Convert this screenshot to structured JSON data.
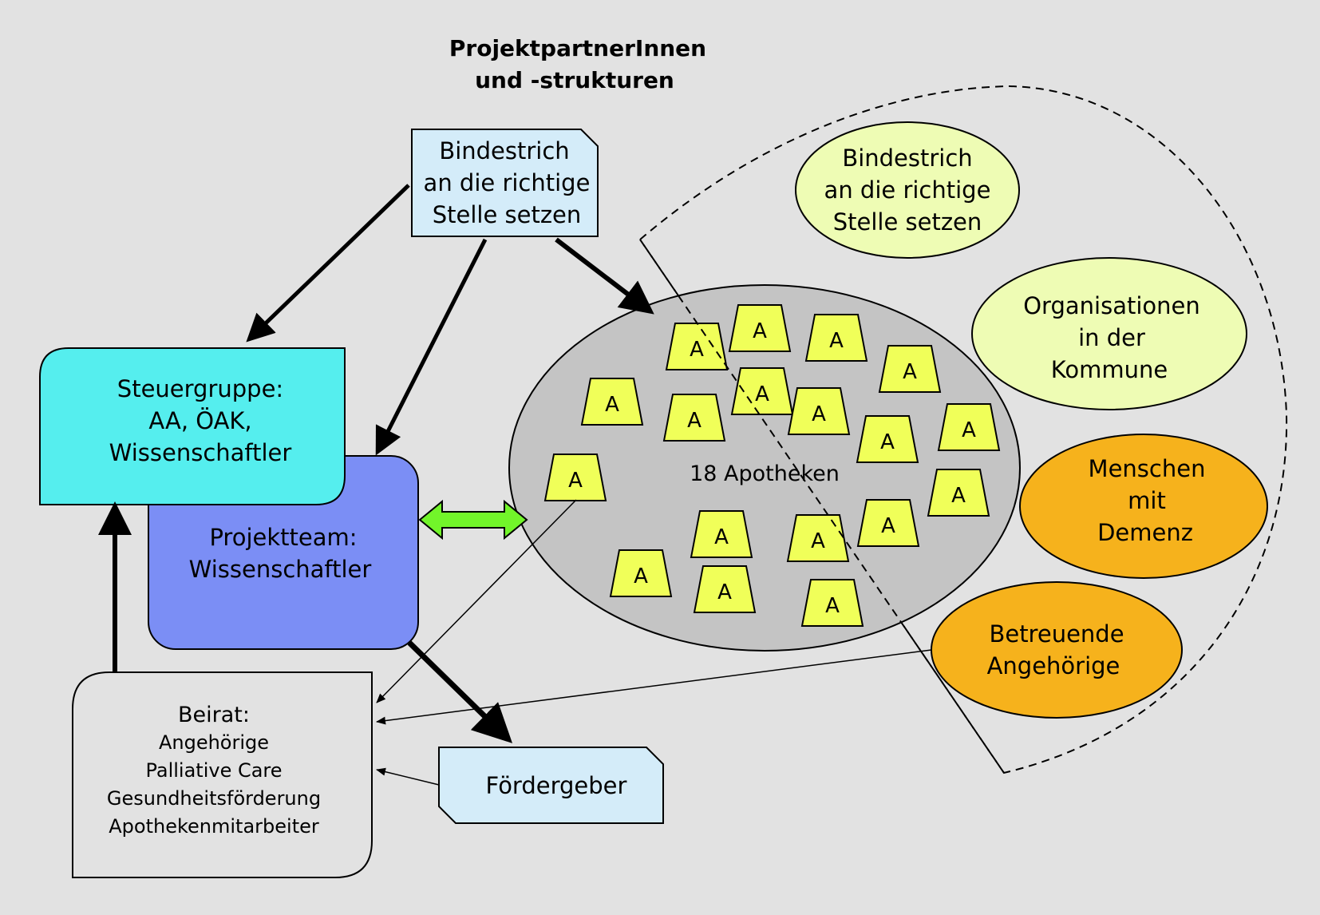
{
  "title": {
    "line1": "ProjektpartnerInnen",
    "line2": "und -strukturen"
  },
  "top_box": {
    "line1": "Bindestrich",
    "line2": "an die richtige",
    "line3": "Stelle setzen"
  },
  "steuergruppe": {
    "line1": "Steuergruppe:",
    "line2": "AA, ÖAK,",
    "line3": "Wissenschaftler"
  },
  "projektteam": {
    "line1": "Projektteam:",
    "line2": "Wissenschaftler"
  },
  "beirat": {
    "heading": "Beirat:",
    "items": [
      "Angehörige",
      "Palliative Care",
      "Gesundheitsförderung",
      "Apothekenmitarbeiter"
    ]
  },
  "foerdergeber": {
    "label": "Fördergeber"
  },
  "apotheken": {
    "label": "18 Apotheken",
    "marker_letter": "A"
  },
  "right_ellipses": {
    "bindestrich": {
      "line1": "Bindestrich",
      "line2": "an die richtige",
      "line3": "Stelle setzen"
    },
    "organisationen": {
      "line1": "Organisationen",
      "line2": "in der",
      "line3": "Kommune"
    },
    "menschen": {
      "line1": "Menschen",
      "line2": "mit",
      "line3": "Demenz"
    },
    "angehoerige": {
      "line1": "Betreuende",
      "line2": "Angehörige"
    }
  },
  "colors": {
    "background": "#e2e2e2",
    "light_blue_box": "#d4ecf9",
    "steuergruppe": "#55eeee",
    "projektteam": "#7b8ef5",
    "beirat": "#e2e2e2",
    "apotheken_ellipse": "#c4c4c4",
    "pharmacy_marker": "#f0ff59",
    "light_yellow_ellipse": "#eefcb4",
    "orange_ellipse": "#f6b21c",
    "green_arrow": "#72f52a"
  }
}
